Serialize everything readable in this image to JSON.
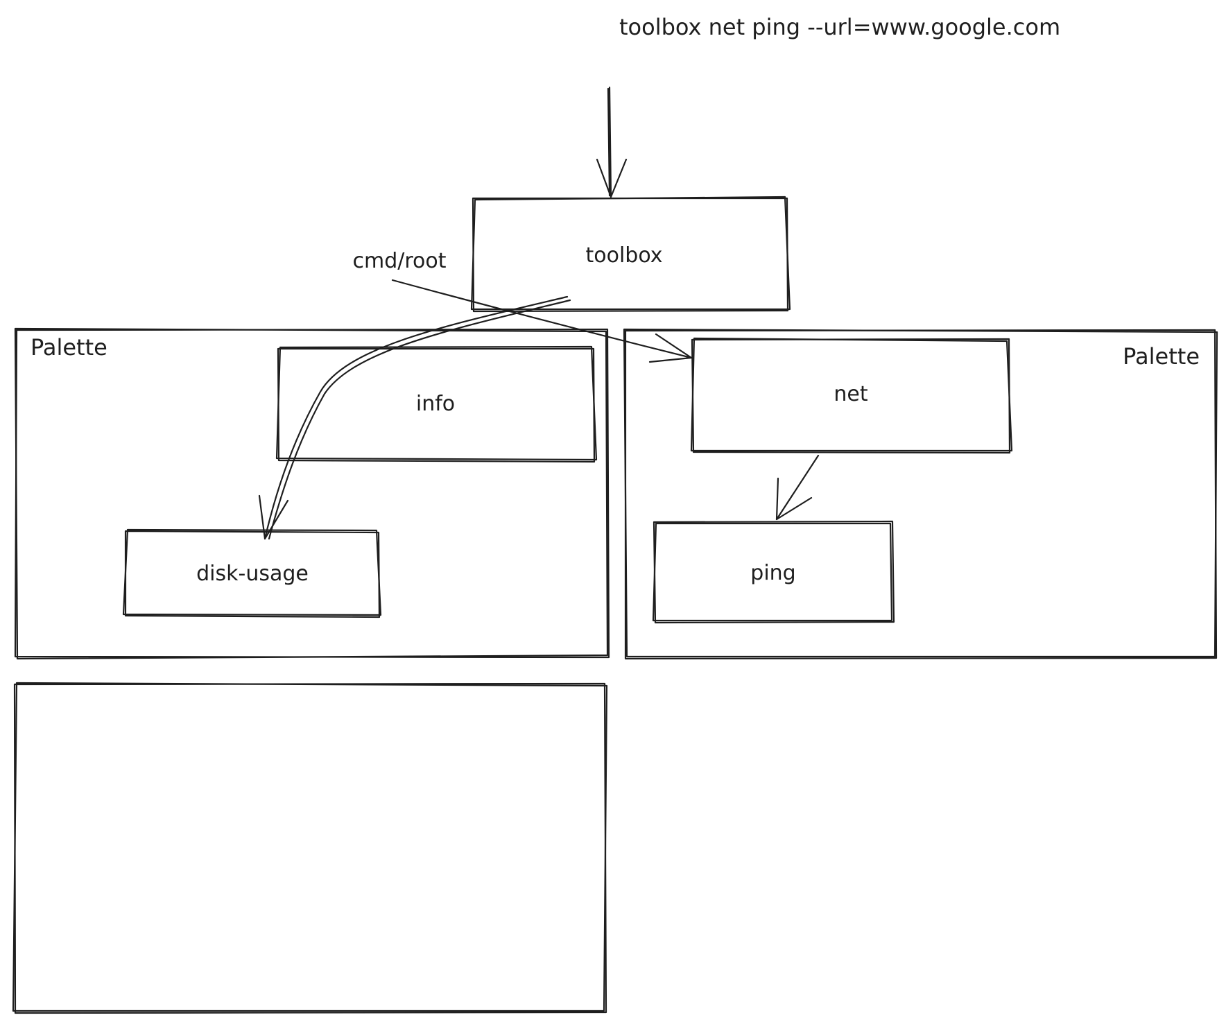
{
  "command": "toolbox net ping --url=www.google.com",
  "edge_label": "cmd/root",
  "nodes": {
    "toolbox": "toolbox",
    "info": "info",
    "disk_usage": "disk-usage",
    "net": "net",
    "ping": "ping"
  },
  "palettes": {
    "left": "Palette",
    "right": "Palette"
  },
  "colors": {
    "ink": "#1e1e1e",
    "background": "#ffffff"
  }
}
